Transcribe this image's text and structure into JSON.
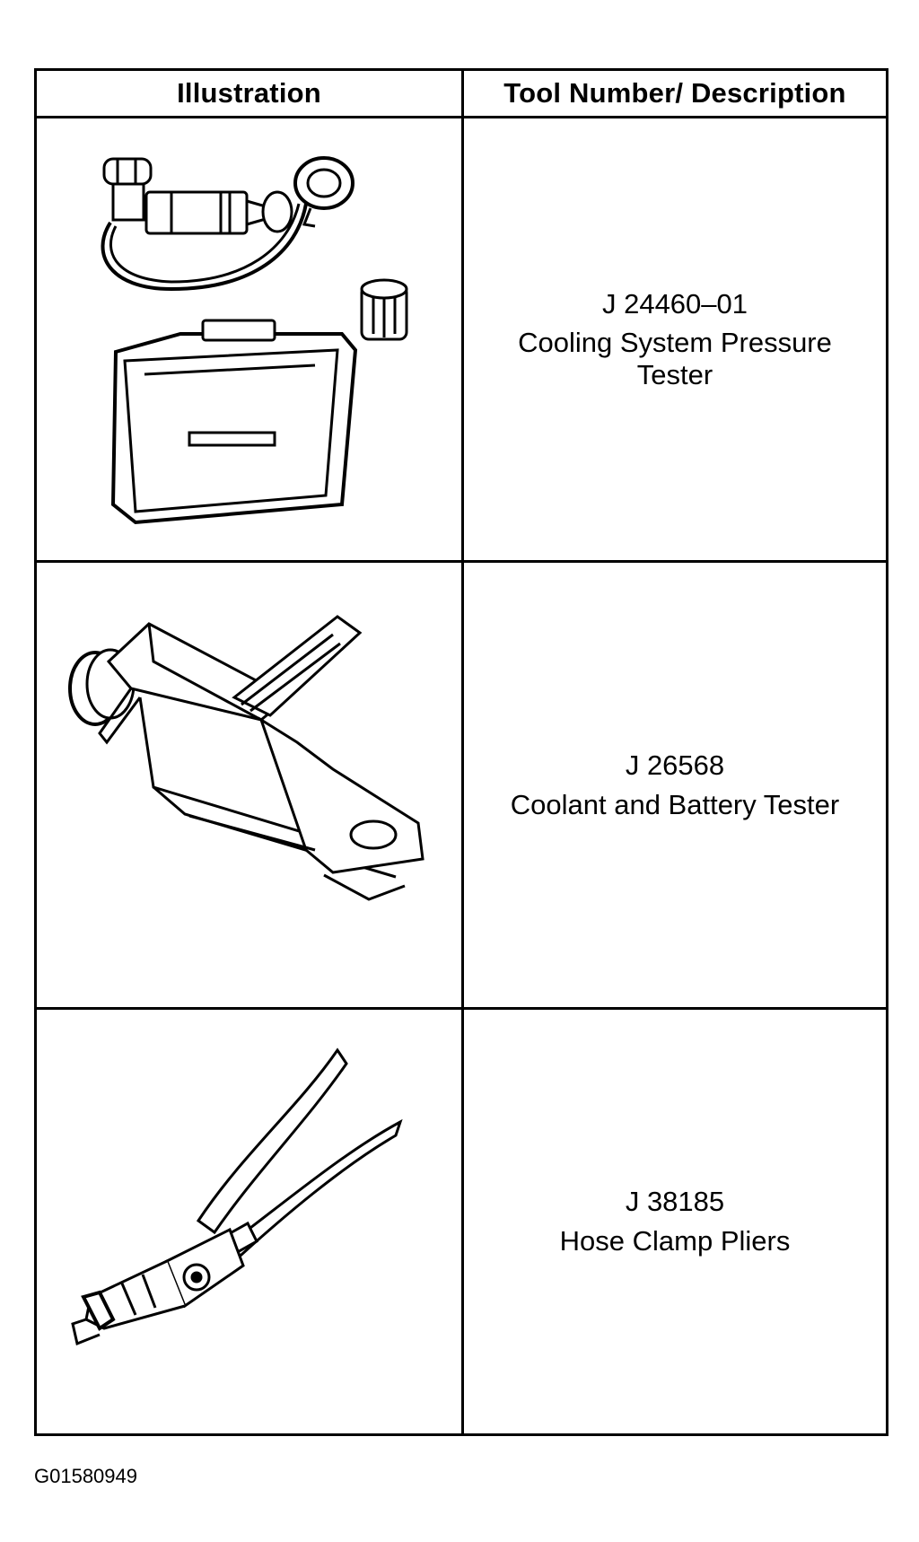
{
  "table": {
    "headers": [
      "Illustration",
      "Tool Number/ Description"
    ],
    "rows": [
      {
        "tool_number": "J 24460–01",
        "description": "Cooling System Pressure Tester",
        "illustration_icon": "cooling-system-pressure-tester-icon"
      },
      {
        "tool_number": "J 26568",
        "description": "Coolant and Battery Tester",
        "illustration_icon": "coolant-battery-tester-icon"
      },
      {
        "tool_number": "J 38185",
        "description": "Hose Clamp Pliers",
        "illustration_icon": "hose-clamp-pliers-icon"
      }
    ]
  },
  "figure_code": "G01580949"
}
